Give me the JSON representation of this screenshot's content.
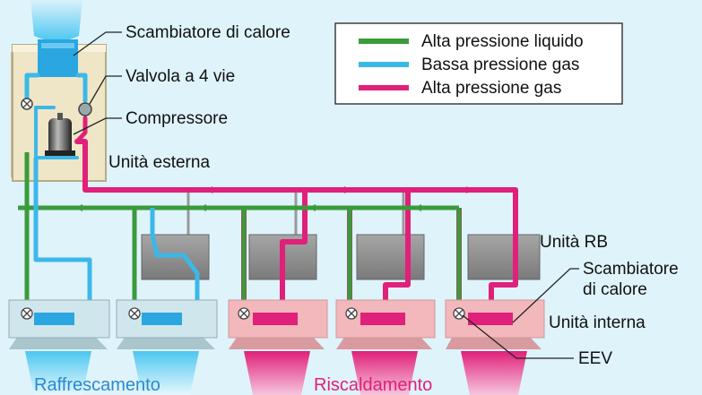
{
  "labels": {
    "heat_exchanger_top": "Scambiatore di calore",
    "valve_4way": "Valvola a 4 vie",
    "compressor": "Compressore",
    "outdoor_unit": "Unità esterna",
    "rb_unit": "Unità RB",
    "heat_exchanger_line1": "Scambiatore",
    "heat_exchanger_line2": "di calore",
    "indoor_unit": "Unità interna",
    "eev": "EEV"
  },
  "legend": [
    {
      "label": "Alta pressione liquido",
      "color": "#3a9b3a"
    },
    {
      "label": "Bassa pressione gas",
      "color": "#3bb8e8"
    },
    {
      "label": "Alta pressione gas",
      "color": "#e0207a"
    }
  ],
  "modes": {
    "cooling": {
      "label": "Raffrescamento",
      "color": "#2a8ad0"
    },
    "heating": {
      "label": "Riscaldamento",
      "color": "#e0207a"
    }
  },
  "colors": {
    "background": "#dff3fb",
    "outdoor_unit": "#efe6c8",
    "rb_unit": "#8e8e8e",
    "indoor_cool": "#cfe6ec",
    "indoor_heat": "#f2b8bc",
    "return_pipe": "#999999"
  }
}
